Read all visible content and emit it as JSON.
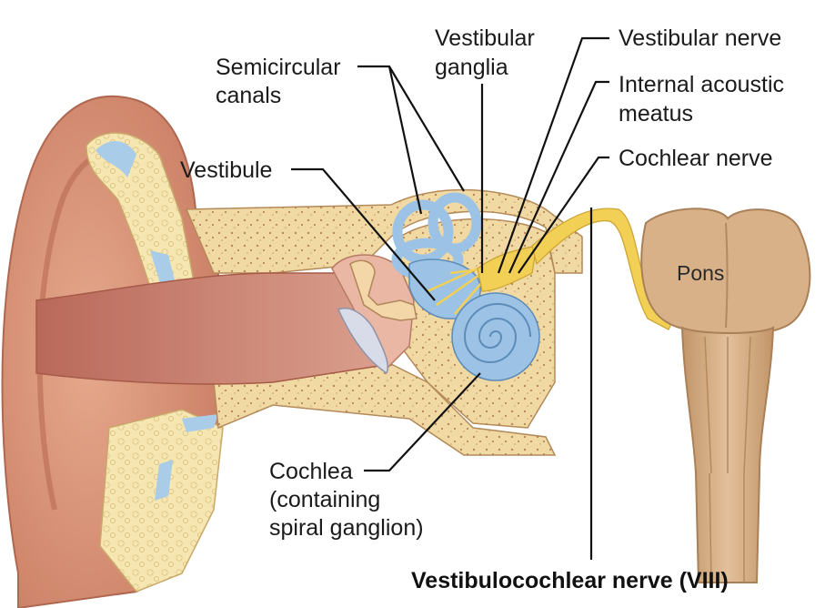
{
  "colors": {
    "skin": "#d9967a",
    "skin_dark": "#b7654f",
    "canal": "#c98676",
    "bone": "#f1d9a4",
    "cartilage": "#f6e7b2",
    "labyrinth": "#9cc3e6",
    "nerve": "#f2cf55",
    "brainstem": "#d8b188"
  },
  "labels": {
    "vestibular_ganglia": [
      "Vestibular",
      "ganglia"
    ],
    "vestibular_nerve": "Vestibular nerve",
    "semicircular_canals": [
      "Semicircular",
      "canals"
    ],
    "internal_acoustic_meatus": [
      "Internal acoustic",
      "meatus"
    ],
    "cochlear_nerve": "Cochlear nerve",
    "vestibule": "Vestibule",
    "pons": "Pons",
    "cochlea": [
      "Cochlea",
      "(containing",
      "spiral ganglion)"
    ],
    "vestibulocochlear_nerve": "Vestibulocochlear nerve (VIII)"
  }
}
